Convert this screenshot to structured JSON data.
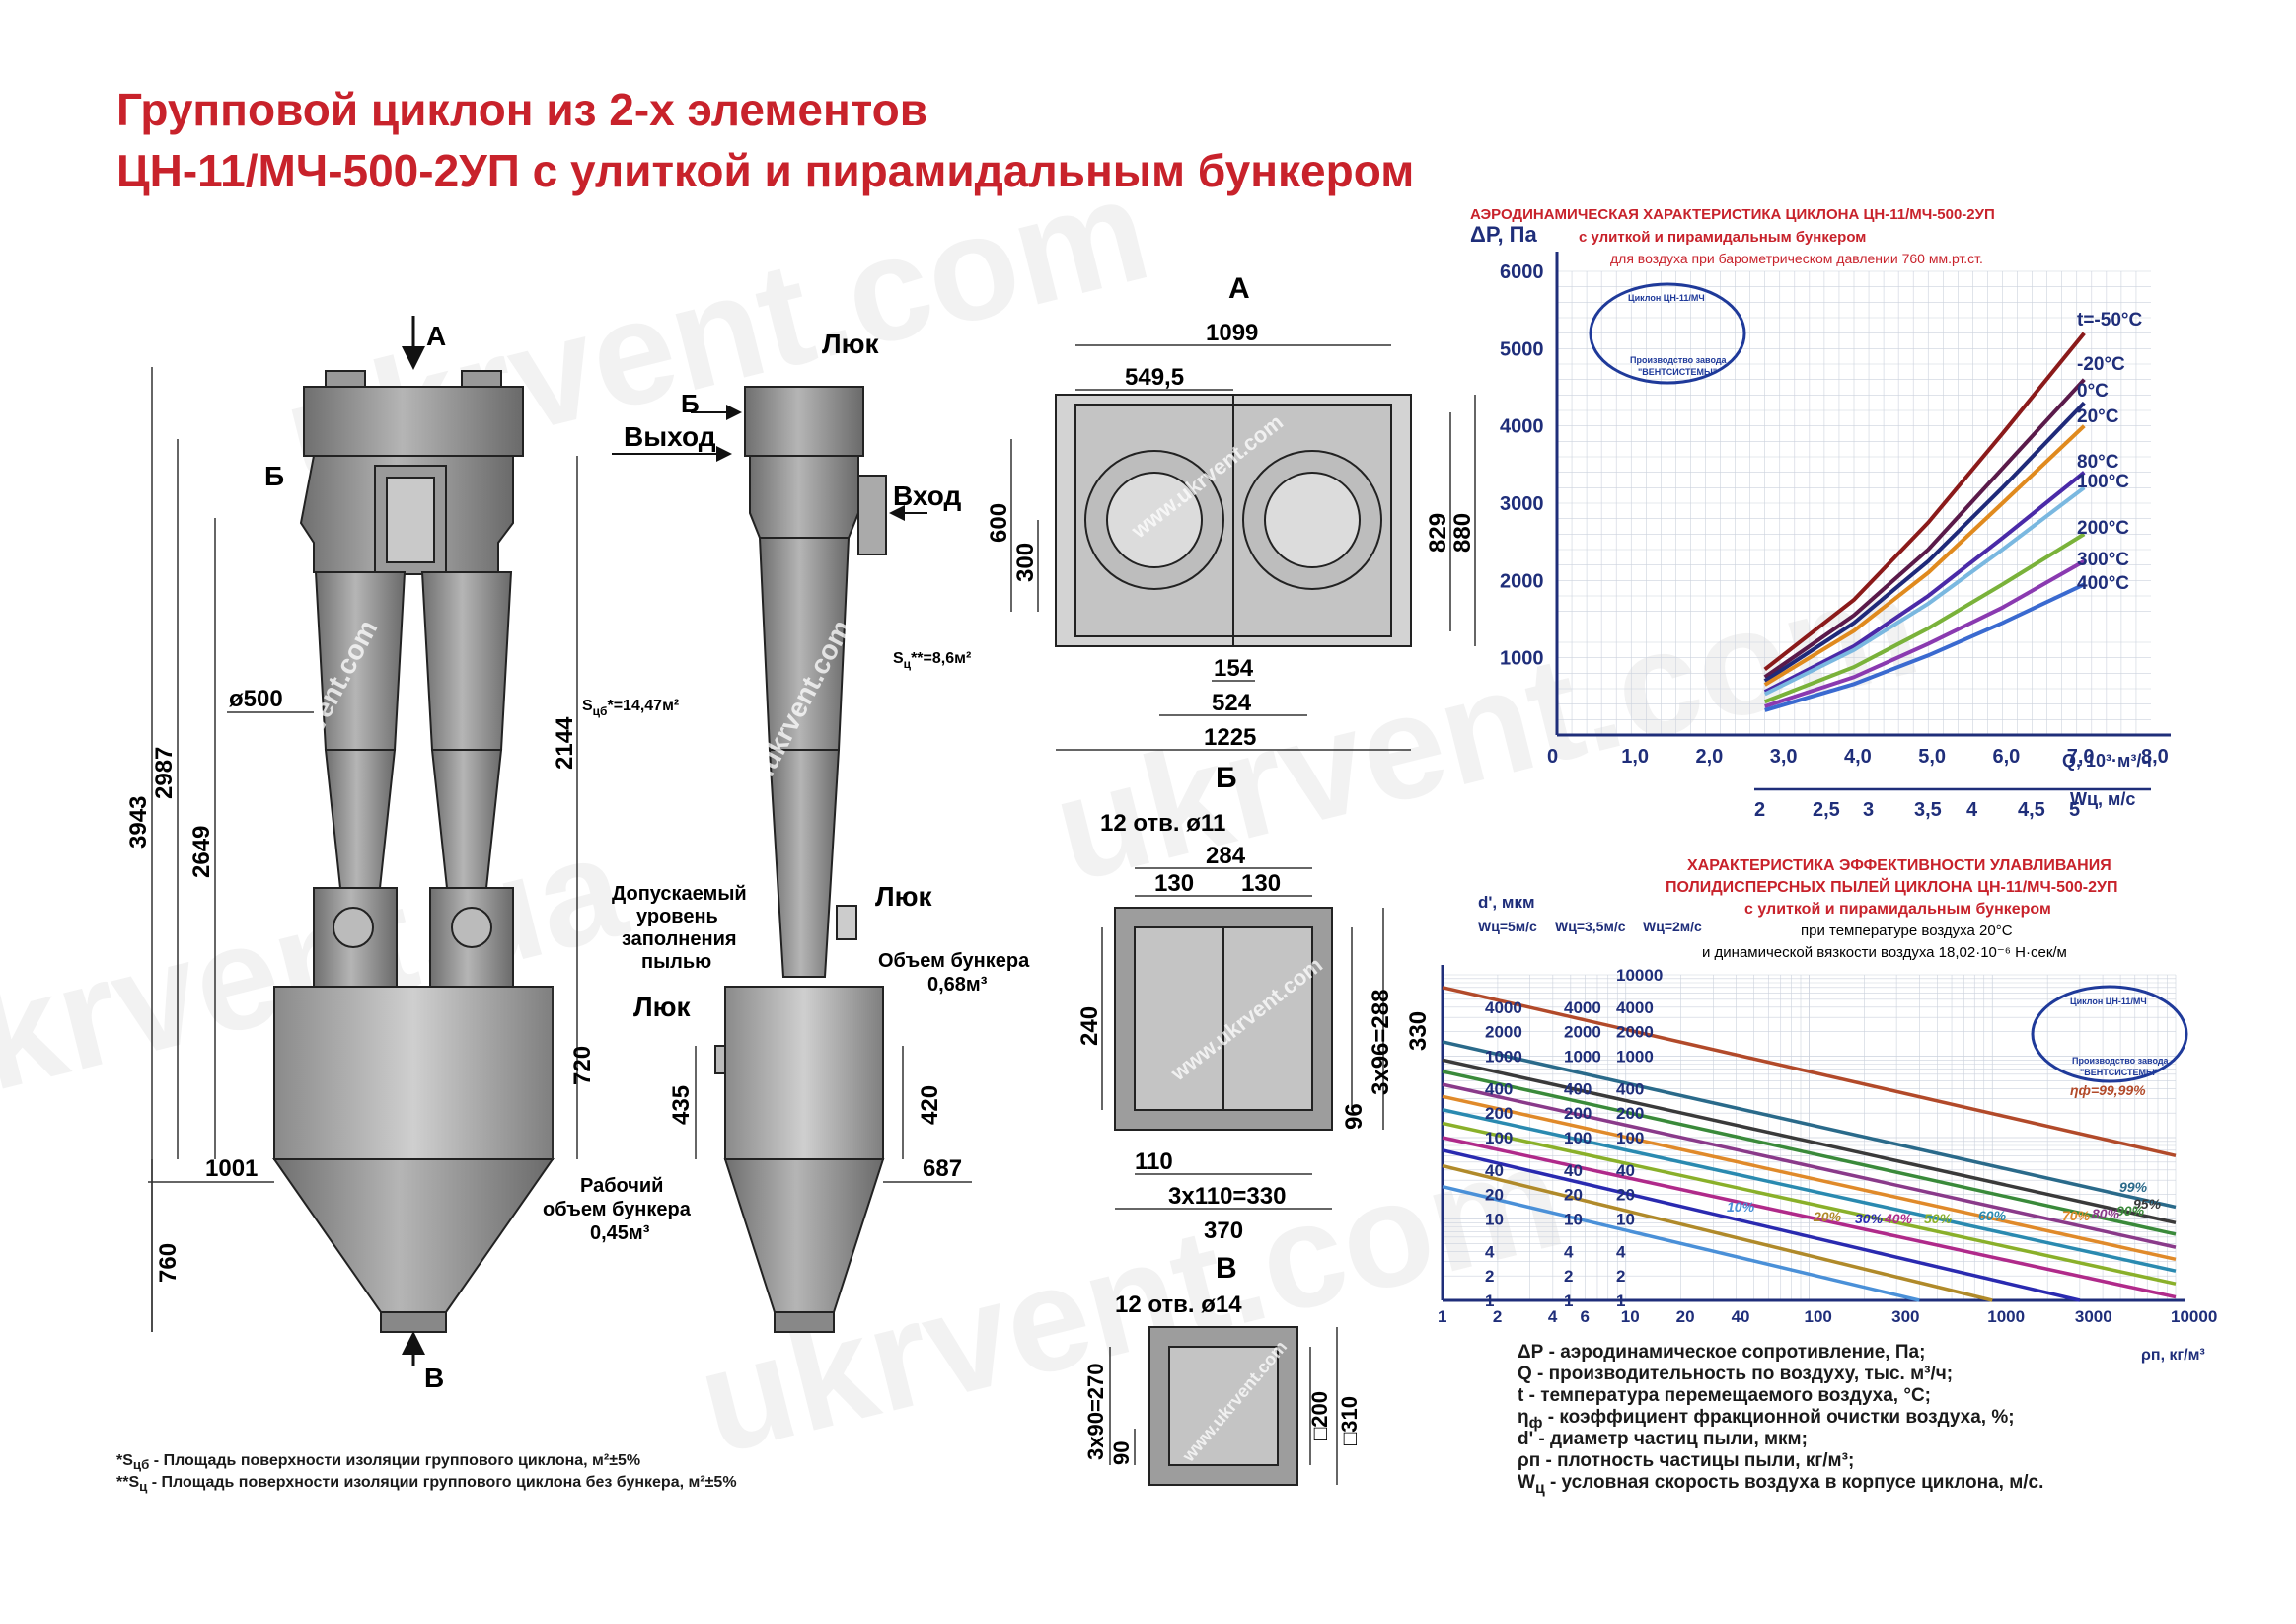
{
  "title": {
    "line1": "Групповой циклон из 2-х элементов",
    "line2": "ЦН-11/МЧ-500-2УП с улиткой и пирамидальным бункером"
  },
  "watermark": "ukrvent.com",
  "watermark2": "www.ukrvent.com",
  "watermark_ua": "ukrvent.ua",
  "front": {
    "view_a": "А",
    "view_b": "Б",
    "view_v": "В",
    "dims": [
      "3943",
      "2987",
      "2649",
      "ø500",
      "1001",
      "760"
    ]
  },
  "side": {
    "hatch_top": "Люк",
    "b": "Б",
    "outlet": "Выход",
    "inlet": "Вход",
    "s_group": "S<sub>цб</sub>*=14,47м²",
    "s_nobin": "S<sub>ц</sub>**=8,6м²",
    "allowed": [
      "Допускаемый",
      "уровень",
      "заполнения",
      "пылью"
    ],
    "hatch_mid": "Люк",
    "hatch_low": "Люк",
    "bin_volume": [
      "Объем бункера",
      "0,68м³"
    ],
    "work_volume": [
      "Рабочий",
      "объем бункера",
      "0,45м³"
    ],
    "dims": [
      "2144",
      "720",
      "435",
      "420",
      "687"
    ]
  },
  "view_a": {
    "label": "А",
    "dims": [
      "1099",
      "549,5",
      "600",
      "300",
      "829",
      "880",
      "154",
      "524",
      "1225"
    ]
  },
  "view_b": {
    "label": "Б",
    "holes": "12 отв. ø11",
    "dims": [
      "284",
      "130",
      "130",
      "240",
      "3х96=288",
      "330",
      "96",
      "110",
      "3х110=330",
      "370"
    ]
  },
  "view_v": {
    "label": "В",
    "holes": "12 отв. ø14",
    "dims": [
      "3х90=270",
      "90",
      "□200",
      "□310"
    ]
  },
  "chart1": {
    "title": [
      "АЭРОДИНАМИЧЕСКАЯ  ХАРАКТЕРИСТИКА  ЦИКЛОНА ЦН-11/МЧ-500-2УП",
      "с улиткой и пирамидальным бункером",
      "для воздуха при барометрическом давлении 760 мм.рт.ст."
    ],
    "ylabel": "ΔР, Па",
    "xlabel": "Q, 10³·м³/ч",
    "x2label": "Wц, м/с",
    "stamp": [
      "Циклон ЦН-11/МЧ",
      "Производство завода",
      "\"ВЕНТСИСТЕМЫ\""
    ],
    "ticks_y": [
      "6000",
      "5000",
      "4000",
      "3000",
      "2000",
      "1000"
    ],
    "ticks_x": [
      "0",
      "1,0",
      "2,0",
      "3,0",
      "4,0",
      "5,0",
      "6,0",
      "7,0",
      "8,0"
    ],
    "ticks_w": [
      "2",
      "2,5",
      "3",
      "3,5",
      "4",
      "4,5",
      "5"
    ]
  },
  "chart2": {
    "title": [
      "ХАРАКТЕРИСТИКА  ЭФФЕКТИВНОСТИ УЛАВЛИВАНИЯ",
      "ПОЛИДИСПЕРСНЫХ ПЫЛЕЙ ЦИКЛОНА ЦН-11/МЧ-500-2УП",
      "с улиткой и пирамидальным бункером",
      "при температуре воздуха 20°С",
      "и динамической вязкости воздуха  18,02·10⁻⁶ Н·сек/м"
    ],
    "ylabel": "d', мкм",
    "cols": [
      "Wц=5м/с",
      "Wц=3,5м/с",
      "Wц=2м/с"
    ],
    "xlabel": "ρп, кг/м³",
    "stamp": [
      "Циклон ЦН-11/МЧ",
      "Производство завода",
      "\"ВЕНТСИСТЕМЫ\""
    ],
    "ticks_x": [
      "1",
      "2",
      "4",
      "6",
      "10",
      "20",
      "40",
      "100",
      "300",
      "1000",
      "3000",
      "10000"
    ],
    "col1": [
      "4000",
      "2000",
      "1000",
      "400",
      "200",
      "100",
      "40",
      "20",
      "10",
      "4",
      "2",
      "1"
    ],
    "col2": [
      "4000",
      "2000",
      "1000",
      "400",
      "200",
      "100",
      "40",
      "20",
      "10",
      "4",
      "2",
      "1"
    ],
    "col3": [
      "10000",
      "4000",
      "2000",
      "1000",
      "400",
      "200",
      "100",
      "40",
      "20",
      "10",
      "4",
      "2",
      "1"
    ]
  },
  "legend": [
    "ΔР - аэродинамическое сопротивление, Па;",
    "Q - производительность по воздуху, тыс. м³/ч;",
    "t - температура перемещаемого воздуха, °С;",
    "η<sub>ф</sub> - коэффициент фракционной очистки воздуха, %;",
    "d' - диаметр частиц пыли, мкм;",
    "ρп - плотность частицы пыли, кг/м³;",
    "W<sub>ц</sub> - условная скорость воздуха в корпусе циклона, м/с."
  ],
  "footnotes": [
    "*S<sub>цб</sub> - Площадь поверхности изоляции группового циклона, м²±5%",
    "**S<sub>ц</sub> - Площадь поверхности изоляции группового циклона без бункера, м²±5%"
  ],
  "chart_data": [
    {
      "type": "line",
      "title": "АЭРОДИНАМИЧЕСКАЯ  ХАРАКТЕРИСТИКА  ЦИКЛОНА ЦН-11/МЧ-500-2УП",
      "xlabel": "Q, 10³·м³/ч",
      "ylabel": "ΔР, Па",
      "xlim": [
        0,
        8
      ],
      "ylim": [
        0,
        6000
      ],
      "x": [
        2.8,
        4,
        5,
        6,
        7.1
      ],
      "series": [
        {
          "name": "t=-50°С",
          "color": "#8b1a1a",
          "values": [
            850,
            1750,
            2750,
            3900,
            5200
          ]
        },
        {
          "name": "-20°С",
          "color": "#5a1a4a",
          "values": [
            750,
            1550,
            2400,
            3450,
            4600
          ]
        },
        {
          "name": "0°С",
          "color": "#1f2a7a",
          "values": [
            700,
            1450,
            2250,
            3200,
            4300
          ]
        },
        {
          "name": "20°С",
          "color": "#e08a1e",
          "values": [
            650,
            1350,
            2100,
            3000,
            4000
          ]
        },
        {
          "name": "80°С",
          "color": "#4a2aa8",
          "values": [
            560,
            1150,
            1800,
            2550,
            3400
          ]
        },
        {
          "name": "100°С",
          "color": "#7ab8e0",
          "values": [
            530,
            1100,
            1700,
            2400,
            3200
          ]
        },
        {
          "name": "200°С",
          "color": "#7ab23a",
          "values": [
            430,
            880,
            1380,
            1950,
            2600
          ]
        },
        {
          "name": "300°С",
          "color": "#8a3ab0",
          "values": [
            370,
            750,
            1180,
            1650,
            2250
          ]
        },
        {
          "name": "400°С",
          "color": "#3a6ad0",
          "values": [
            320,
            660,
            1030,
            1450,
            1950
          ]
        }
      ]
    },
    {
      "type": "line",
      "title": "ХАРАКТЕРИСТИКА  ЭФФЕКТИВНОСТИ УЛАВЛИВАНИЯ",
      "xlabel": "ρп, кг/м³",
      "ylabel": "d', мкм",
      "xscale": "log",
      "yscale": "log",
      "xlim": [
        1,
        10000
      ],
      "ylim": [
        1,
        10000
      ],
      "series": [
        {
          "name": "ηф=99,99%",
          "color": "#b24a2a",
          "points": [
            [
              1,
              7000
            ],
            [
              10000,
              60
            ]
          ]
        },
        {
          "name": "99%",
          "color": "#2a6a8a",
          "points": [
            [
              1,
              1500
            ],
            [
              10000,
              14
            ]
          ]
        },
        {
          "name": "95%",
          "color": "#3a3a3a",
          "points": [
            [
              1,
              900
            ],
            [
              10000,
              9
            ]
          ]
        },
        {
          "name": "90%",
          "color": "#3a8a3a",
          "points": [
            [
              1,
              650
            ],
            [
              10000,
              6.5
            ]
          ]
        },
        {
          "name": "80%",
          "color": "#8a3a8a",
          "points": [
            [
              1,
              450
            ],
            [
              10000,
              4.5
            ]
          ]
        },
        {
          "name": "70%",
          "color": "#e08a2a",
          "points": [
            [
              1,
              320
            ],
            [
              10000,
              3.2
            ]
          ]
        },
        {
          "name": "60%",
          "color": "#2a8ab0",
          "points": [
            [
              1,
              220
            ],
            [
              10000,
              2.3
            ]
          ]
        },
        {
          "name": "50%",
          "color": "#8ab02a",
          "points": [
            [
              1,
              150
            ],
            [
              10000,
              1.6
            ]
          ]
        },
        {
          "name": "40%",
          "color": "#b02a8a",
          "points": [
            [
              1,
              100
            ],
            [
              10000,
              1.1
            ]
          ]
        },
        {
          "name": "30%",
          "color": "#2a2ab0",
          "points": [
            [
              1,
              70
            ],
            [
              3000,
              1
            ]
          ]
        },
        {
          "name": "20%",
          "color": "#b08a2a",
          "points": [
            [
              1,
              45
            ],
            [
              1000,
              1
            ]
          ]
        },
        {
          "name": "10%",
          "color": "#4a90d8",
          "points": [
            [
              1,
              25
            ],
            [
              400,
              1
            ]
          ]
        }
      ]
    }
  ]
}
